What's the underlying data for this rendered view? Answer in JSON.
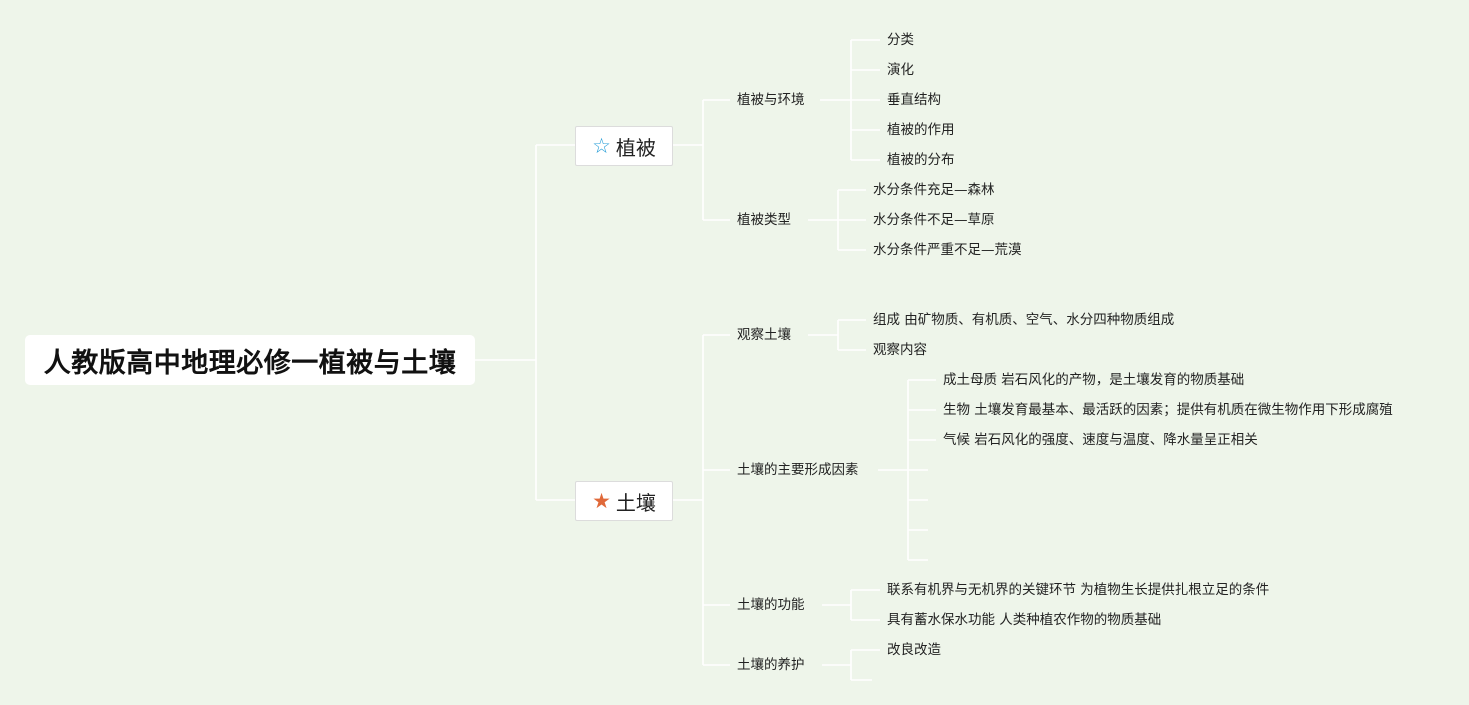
{
  "root": {
    "title": "人教版高中地理必修一植被与土壤"
  },
  "topics": [
    {
      "label": "植被",
      "icon": "star-outline-icon",
      "icon_color": "#2a9fd8"
    },
    {
      "label": "土壤",
      "icon": "star-filled-icon",
      "icon_color": "#e0693a"
    }
  ],
  "vegetation": {
    "environment": {
      "label": "植被与环境",
      "children": [
        "分类",
        "演化",
        "垂直结构",
        "植被的作用",
        "植被的分布"
      ]
    },
    "types": {
      "label": "植被类型",
      "children": [
        "水分条件充足—森林",
        "水分条件不足—草原",
        "水分条件严重不足—荒漠"
      ]
    }
  },
  "soil": {
    "observe": {
      "label": "观察土壤",
      "children": [
        "组成 由矿物质、有机质、空气、水分四种物质组成",
        "观察内容"
      ]
    },
    "factors": {
      "label": "土壤的主要形成因素",
      "children": [
        "成土母质 岩石风化的产物，是土壤发育的物质基础",
        "生物 土壤发育最基本、最活跃的因素；提供有机质在微生物作用下形成腐殖",
        "气候 岩石风化的强度、速度与温度、降水量呈正相关"
      ]
    },
    "functions": {
      "label": "土壤的功能",
      "children": [
        "联系有机界与无机界的关键环节 为植物生长提供扎根立足的条件",
        "具有蓄水保水功能 人类种植农作物的物质基础"
      ]
    },
    "care": {
      "label": "土壤的养护",
      "children": [
        "改良改造"
      ]
    }
  }
}
